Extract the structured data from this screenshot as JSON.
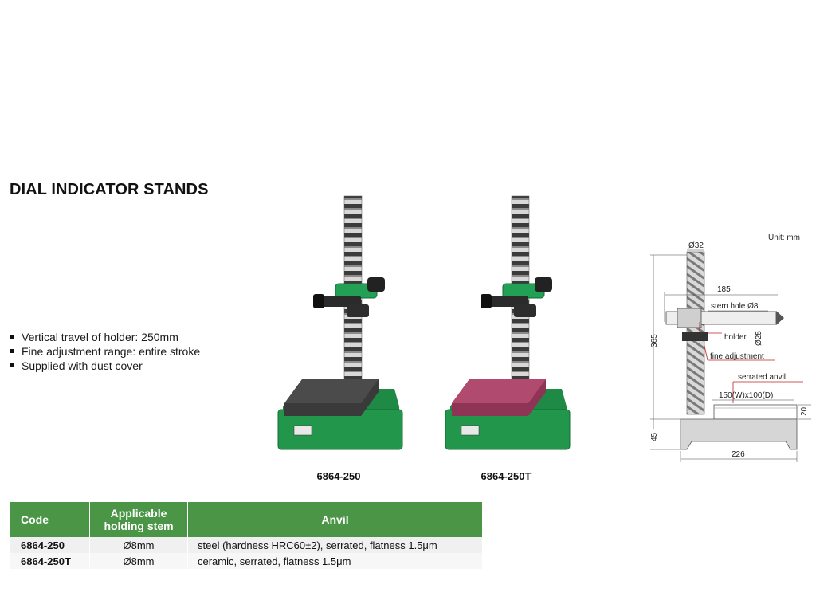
{
  "page": {
    "title": "DIAL INDICATOR STANDS"
  },
  "features": [
    "Vertical travel of holder: 250mm",
    "Fine adjustment range: entire stroke",
    "Supplied with dust cover"
  ],
  "products": [
    {
      "code": "6864-250",
      "anvil_color": "#3a3a3a"
    },
    {
      "code": "6864-250T",
      "anvil_color": "#b04a6e"
    }
  ],
  "colors": {
    "base_green": "#1f8a45",
    "header_green": "#4a9546"
  },
  "diagram": {
    "unit": "Unit: mm",
    "stem_diameter": "Ø32",
    "arm_length": "185",
    "stem_hole": "stem hole Ø8",
    "holder": "holder",
    "holder_diameter": "Ø25",
    "height": "365",
    "fine_adjustment": "fine adjustment",
    "serrated_anvil": "serrated anvil",
    "anvil_size": "150(W)x100(D)",
    "anvil_height": "20",
    "base_height": "45",
    "base_width": "226"
  },
  "table": {
    "headers": {
      "code": "Code",
      "stem": "Applicable holding stem",
      "anvil": "Anvil"
    },
    "rows": [
      {
        "code": "6864-250",
        "stem": "Ø8mm",
        "anvil": "steel (hardness HRC60±2), serrated, flatness 1.5μm"
      },
      {
        "code": "6864-250T",
        "stem": "Ø8mm",
        "anvil": "ceramic, serrated, flatness 1.5μm"
      }
    ]
  }
}
